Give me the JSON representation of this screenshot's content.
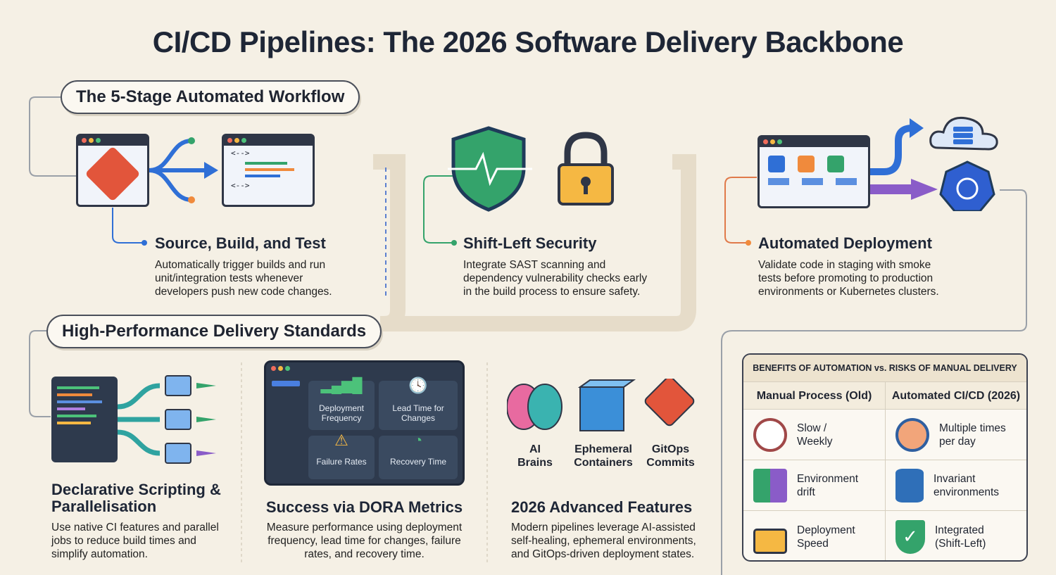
{
  "title": "CI/CD Pipelines: The 2026 Software Delivery Backbone",
  "sections": {
    "workflow": "The 5-Stage Automated Workflow",
    "standards": "High-Performance Delivery Standards"
  },
  "stages": [
    {
      "title": "Source, Build, and Test",
      "desc": "Automatically trigger builds and run unit/integration tests whenever developers push new code changes."
    },
    {
      "title": "Shift-Left Security",
      "desc": "Integrate SAST scanning and dependency vulnerability checks early in the build process to ensure safety."
    },
    {
      "title": "Automated Deployment",
      "desc": "Validate code in staging with smoke tests before promoting to production environments or Kubernetes clusters."
    }
  ],
  "standards": [
    {
      "title": "Declarative Scripting & Parallelisation",
      "desc": "Use native CI features and parallel jobs to reduce build times and simplify automation."
    },
    {
      "title": "Success via DORA Metrics",
      "desc": "Measure performance using deployment frequency, lead time for changes, failure rates, and recovery time."
    },
    {
      "title": "2026 Advanced Features",
      "desc": "Modern pipelines leverage AI-assisted self-healing, ephemeral environments, and GitOps-driven deployment states."
    }
  ],
  "dora_tiles": [
    "Deployment Frequency",
    "Lead Time for Changes",
    "Failure Rates",
    "Recovery Time"
  ],
  "features": [
    "AI Brains",
    "Ephemeral Containers",
    "GitOps Commits"
  ],
  "table": {
    "caption": "BENEFITS OF AUTOMATION vs. RISKS OF MANUAL DELIVERY",
    "headers": [
      "Manual Process (Old)",
      "Automated CI/CD (2026)"
    ],
    "rows": [
      [
        "Slow / Weekly",
        "Multiple times per day"
      ],
      [
        "Environment drift",
        "Invariant environments"
      ],
      [
        "Deployment Speed",
        "Integrated (Shift-Left)"
      ]
    ]
  },
  "code_snippets": [
    "<-->",
    "<-->"
  ],
  "colors": {
    "bg": "#f5f0e5",
    "blue": "#2f6fd6",
    "green": "#34a36b",
    "orange": "#f08a3c",
    "purple": "#8a5cc8",
    "dark": "#2f3646"
  }
}
